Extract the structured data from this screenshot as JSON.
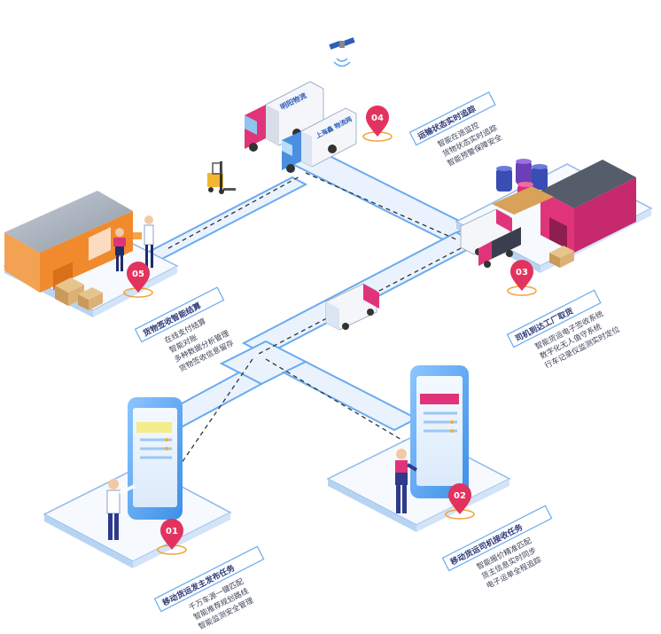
{
  "colors": {
    "road": "#eaf3fd",
    "road_edge": "#6aaaf0",
    "pin": "#e2335f",
    "magenta": "#e0347a",
    "phone": "#5aa9f0",
    "warehouse_orange": "#f08a2c",
    "factory_pink": "#d7307c",
    "label_text": "#2d3b7a"
  },
  "steps": [
    {
      "num": "01",
      "title": "移动货运发主发布任务",
      "lines": [
        "千万车源一键匹配",
        "智能推荐规划路线",
        "智能监测安全管理"
      ]
    },
    {
      "num": "02",
      "title": "移动货运司机接收任务",
      "lines": [
        "智能报价精准匹配",
        "货主信息实时同步",
        "电子运单全程追踪"
      ]
    },
    {
      "num": "03",
      "title": "司机到达工厂取货",
      "lines": [
        "智能货运电子签收系统",
        "数字化无人值守系统",
        "行车记录仪监测实时定位"
      ]
    },
    {
      "num": "04",
      "title": "运输状态实时追踪",
      "lines": [
        "智能在途监控",
        "货物状态实时追踪",
        "智能预警保障安全"
      ]
    },
    {
      "num": "05",
      "title": "货物签收智能结算",
      "lines": [
        "在线支付结算",
        "智能对账",
        "多种数据分析管理",
        "货物签收信息留存"
      ]
    }
  ],
  "truck_labels": {
    "top_truck": "明阳物流",
    "second_truck": "上海鑫 物流网"
  }
}
